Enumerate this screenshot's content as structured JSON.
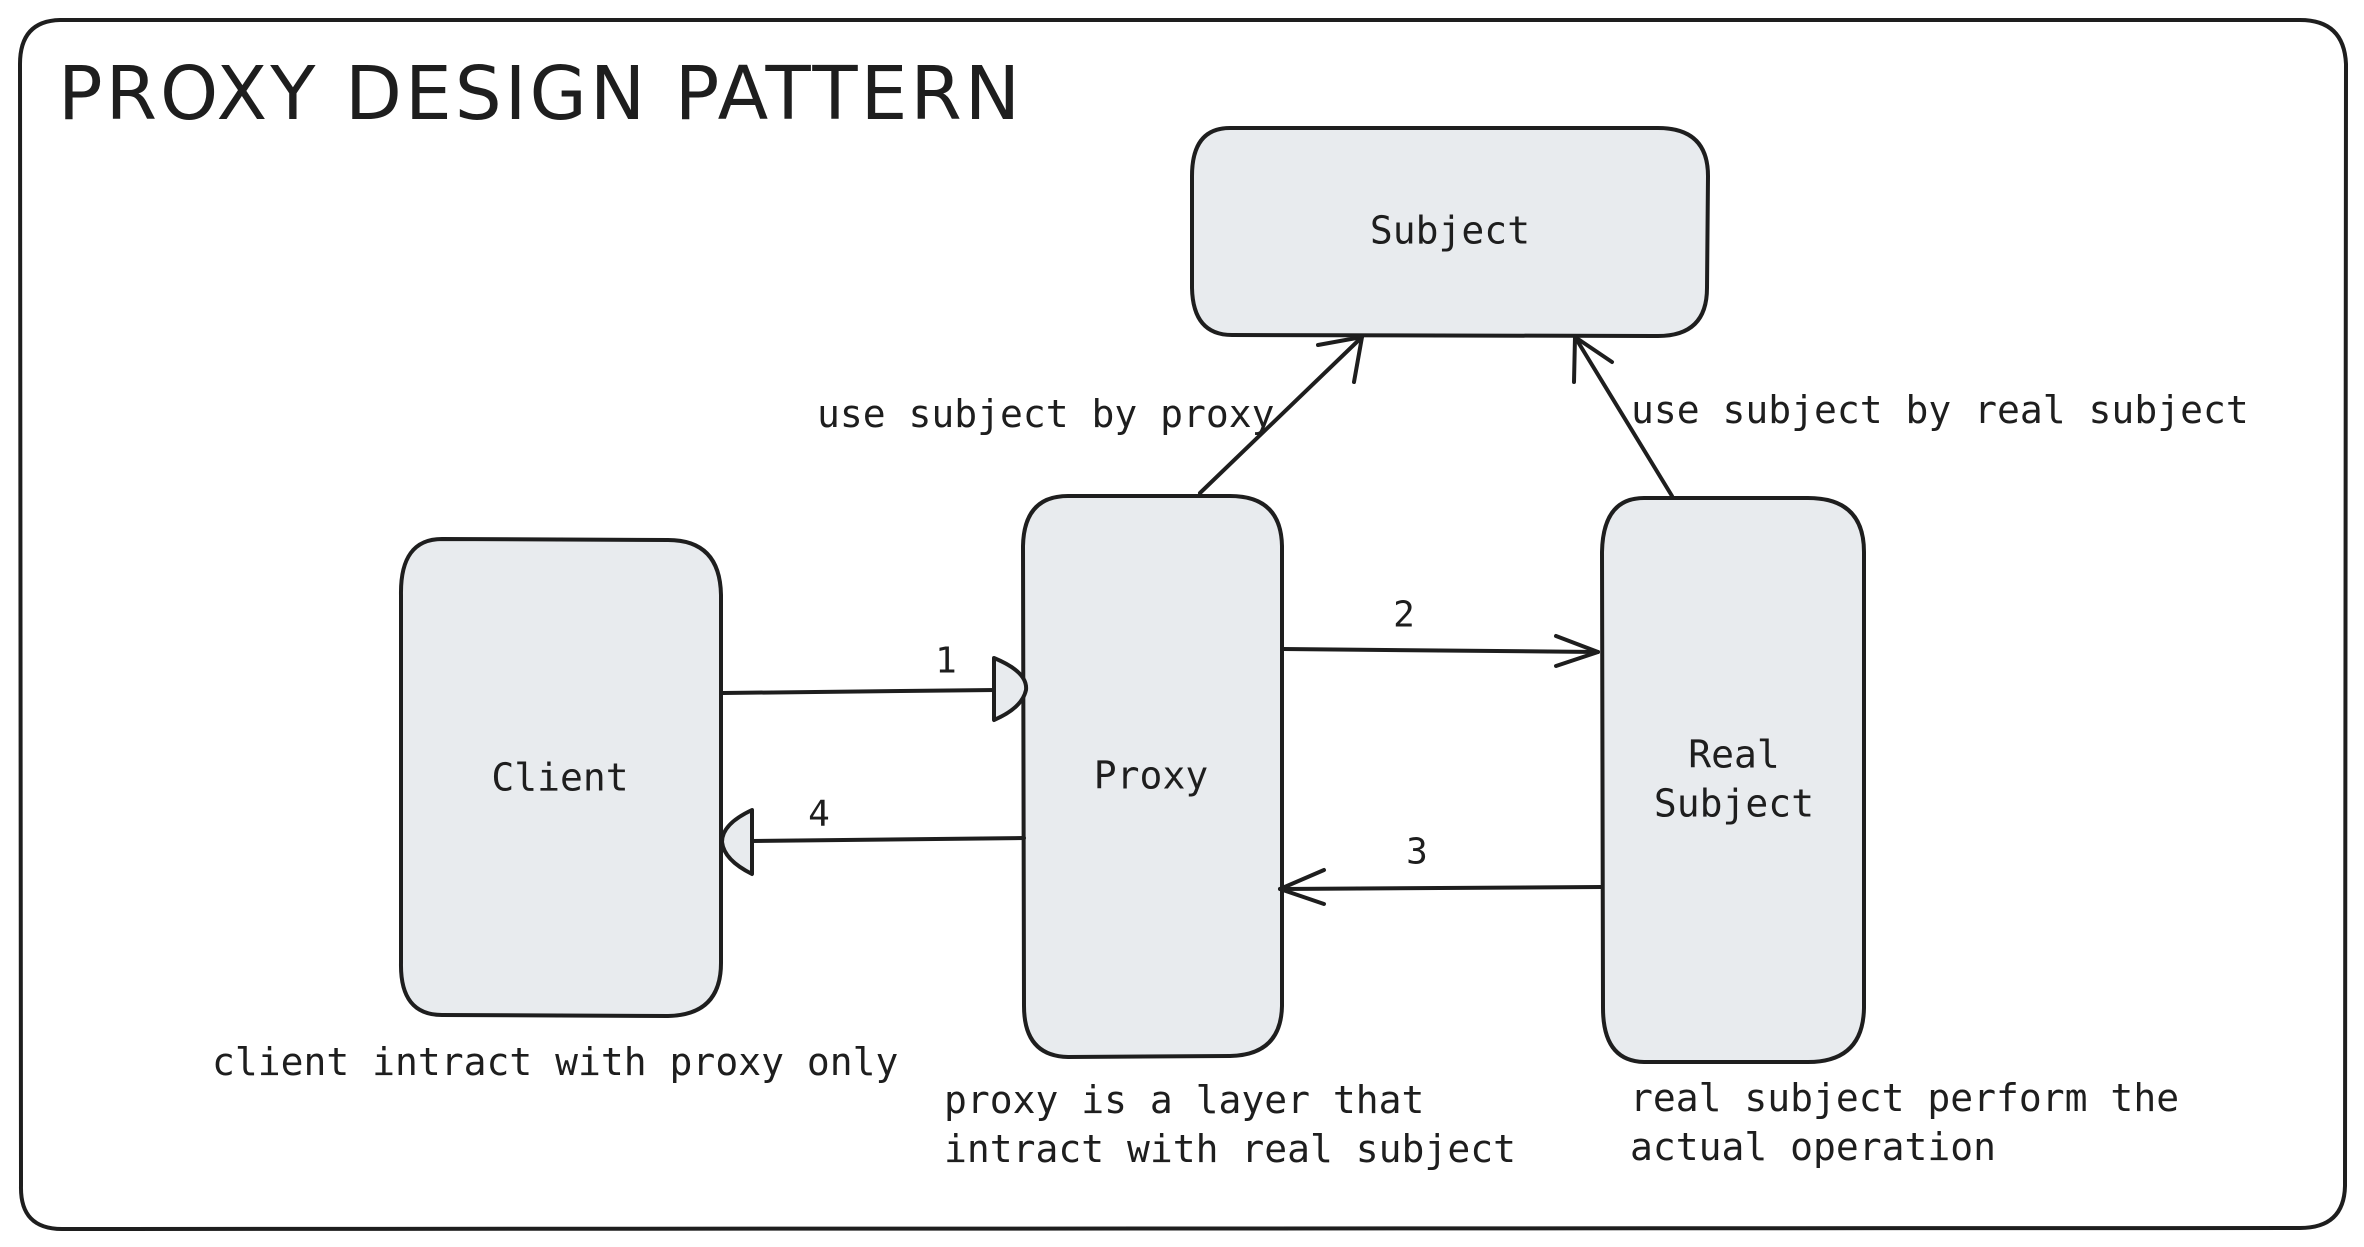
{
  "title": "PROXY DESIGN PATTERN",
  "colors": {
    "stroke": "#1e1e1e",
    "node_fill": "#e8ebee",
    "background": "#ffffff"
  },
  "nodes": {
    "subject": "Subject",
    "client": "Client",
    "proxy": "Proxy",
    "real_subject": "Real\nSubject"
  },
  "edges": {
    "step1": "1",
    "step2": "2",
    "step3": "3",
    "step4": "4",
    "proxy_to_subject": "use subject by proxy",
    "real_to_subject": "use subject by real subject"
  },
  "notes": {
    "client": "client intract with proxy only",
    "proxy": "proxy is a layer that\nintract with real subject",
    "real_subject": "real subject perform the\nactual operation"
  }
}
